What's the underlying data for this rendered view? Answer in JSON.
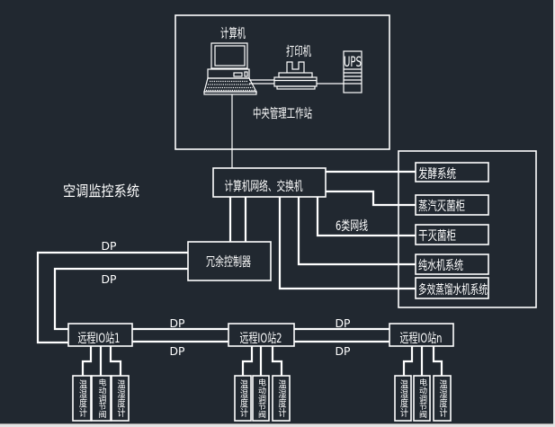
{
  "colors": {
    "background": "#212830",
    "line": "#ffffff",
    "frame": "#e4e4e4"
  },
  "diagram": {
    "title": "空调监控系统",
    "workstation": {
      "label": "中央管理工作站",
      "computer_label": "计算机",
      "printer_label": "打印机",
      "ups_label": "UPS"
    },
    "switch": {
      "label": "计算机网络、交换机"
    },
    "cable_label": "6类网线",
    "controller": {
      "label": "冗余控制器"
    },
    "bus_label": "DP",
    "subsystems": [
      {
        "label": "发酵系统"
      },
      {
        "label": "蒸汽灭菌柜"
      },
      {
        "label": "干灭菌柜"
      },
      {
        "label": "纯水机系统"
      },
      {
        "label": "多效蒸馏水机系统"
      }
    ],
    "io_stations": [
      {
        "label": "远程IO站1",
        "devices": [
          "温湿度计",
          "电动调节阀",
          "温湿度计"
        ]
      },
      {
        "label": "远程IO站2",
        "devices": [
          "温湿度计",
          "电动调节阀",
          "温湿度计"
        ]
      },
      {
        "label": "远程IO站n",
        "devices": [
          "温湿度计",
          "电动调节阀",
          "温湿度计"
        ]
      }
    ]
  }
}
